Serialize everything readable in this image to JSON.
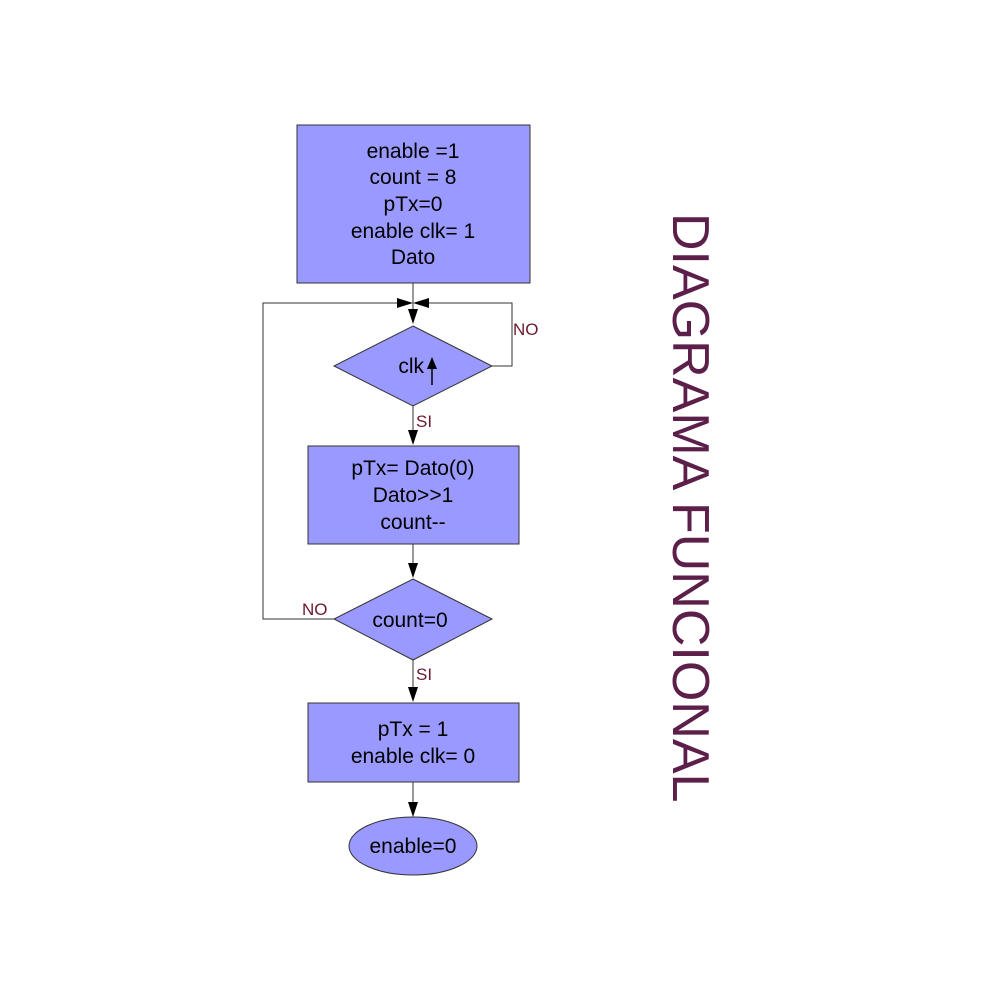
{
  "title": "DIAGRAMA FUNCIONAL",
  "nodes": {
    "init": {
      "lines": [
        "enable =1",
        "count = 8",
        "pTx=0",
        "enable clk= 1",
        "Dato"
      ]
    },
    "clk_decision": {
      "label": "clk"
    },
    "shift": {
      "lines": [
        "pTx= Dato(0)",
        "Dato>>1",
        "count--"
      ]
    },
    "count_decision": {
      "label": "count=0"
    },
    "finish": {
      "lines": [
        "pTx = 1",
        "enable clk= 0"
      ]
    },
    "end": {
      "label": "enable=0"
    }
  },
  "edge_labels": {
    "clk_no": "NO",
    "clk_si": "SI",
    "count_no": "NO",
    "count_si": "SI"
  },
  "colors": {
    "shape_fill": "#9999ff",
    "title": "#5c1f4a",
    "edge_label": "#6b1a2e"
  }
}
